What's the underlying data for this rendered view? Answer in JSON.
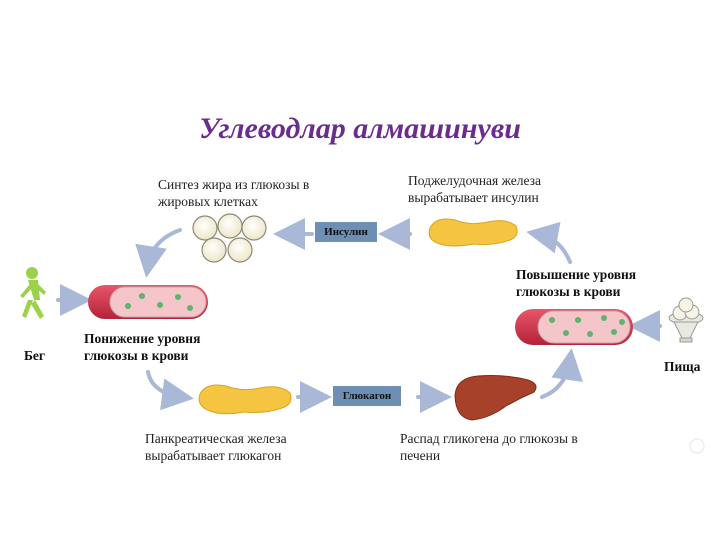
{
  "title": "Углеводлар алмашинуви",
  "captions": {
    "fat_synthesis": "Синтез жира из глюкозы в жировых клетках",
    "pancreas_insulin": "Поджелудочная железа вырабатывает инсулин",
    "increase": "Повышение уровня глюкозы в крови",
    "decrease": "Понижение уровня глюкозы в крови",
    "pancreas_glucagon": "Панкреатическая железа вырабатывает глюкагон",
    "glycogen_breakdown": "Распад гликогена до глюкозы в печени",
    "run": "Бег",
    "food": "Пища"
  },
  "hormones": {
    "insulin": "Инсулин",
    "glucagon": "Глюкагон"
  },
  "colors": {
    "title": "#6a2d8f",
    "arrow": "#a9b8d6",
    "hormone_box": "#6d8fb3",
    "pancreas": "#f5c542",
    "liver": "#a8412a",
    "vessel": "#d7445a",
    "runner": "#9bd24a"
  }
}
